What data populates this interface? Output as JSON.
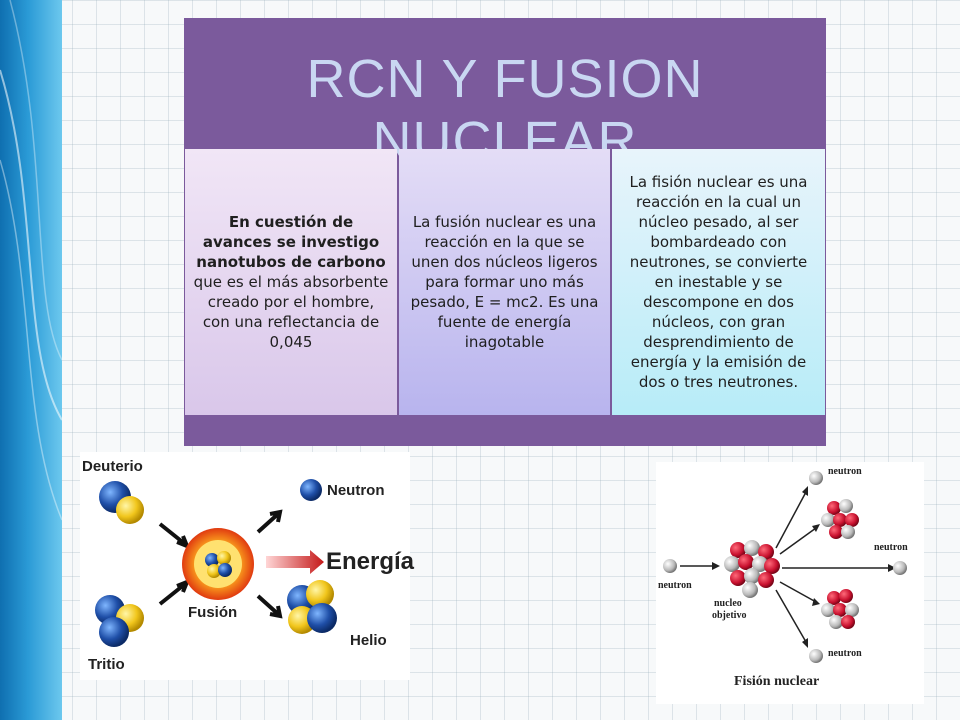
{
  "slide": {
    "title": "RCN Y FUSION NUCLEAR",
    "columns": [
      {
        "bold": "En cuestión de avances se investigo nanotubos de carbono",
        "text": " que es el más absorbente creado por el hombre, con una reflectancia de 0,045"
      },
      {
        "text": "La fusión nuclear es una reacción en la que se unen dos núcleos ligeros para formar uno más pesado, E = mc2. Es una fuente de energía inagotable"
      },
      {
        "text": "La fisión nuclear es una reacción en la cual un núcleo pesado, al ser bombardeado con neutrones, se convierte en inestable y se descompone en dos núcleos, con gran desprendimiento de energía y la emisión de dos o tres neutrones."
      }
    ]
  },
  "fusion_diagram": {
    "deuterio": "Deuterio",
    "tritio": "Tritio",
    "fusion": "Fusión",
    "neutron": "Neutron",
    "energia": "Energía",
    "helio": "Helio"
  },
  "fission_diagram": {
    "neutron_in": "neutron",
    "neutron_top": "neutron",
    "neutron_right": "neutron",
    "neutron_bottom": "neutron",
    "nucleo": "nucleo",
    "objetivo": "objetivo",
    "caption": "Fisión nuclear"
  },
  "colors": {
    "header_purple": "#7b5a9c",
    "title_text": "#c9d7f2",
    "accent_blue": "#2a9ad6"
  }
}
